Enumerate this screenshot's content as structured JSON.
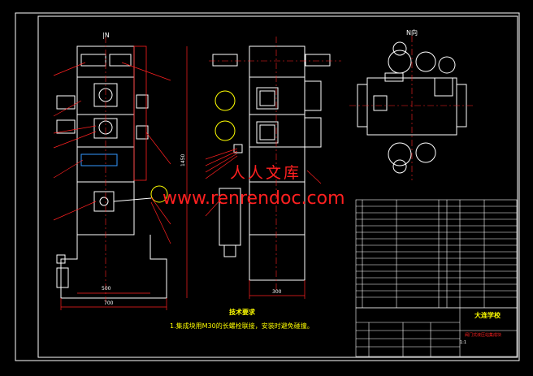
{
  "views": {
    "front_label": "|N",
    "top_label": "N向",
    "dim_front_width": "500",
    "dim_front_base": "700",
    "dim_front_height": "1450",
    "dim_side_width": "300"
  },
  "technical_requirements": {
    "heading": "技术要求",
    "item_1": "1.集成块用M30的长螺栓联接，安装时避免碰撞。"
  },
  "title_block": {
    "school": "大连学校",
    "drawing_name": "阀门式液压站集成块",
    "scale": "1:1"
  },
  "watermark": {
    "text_cn": "人人文库",
    "url": "www.renrendoc.com"
  },
  "colors": {
    "background": "#000000",
    "frame": "#ffffff",
    "outline": "#ffffff",
    "leader": "#ff2020",
    "center_line": "#ff2020",
    "table_line": "#ffffff",
    "table_text": "#ffffff",
    "frame_fill_accent": "#ffff00",
    "green_text": "#00ff00"
  }
}
